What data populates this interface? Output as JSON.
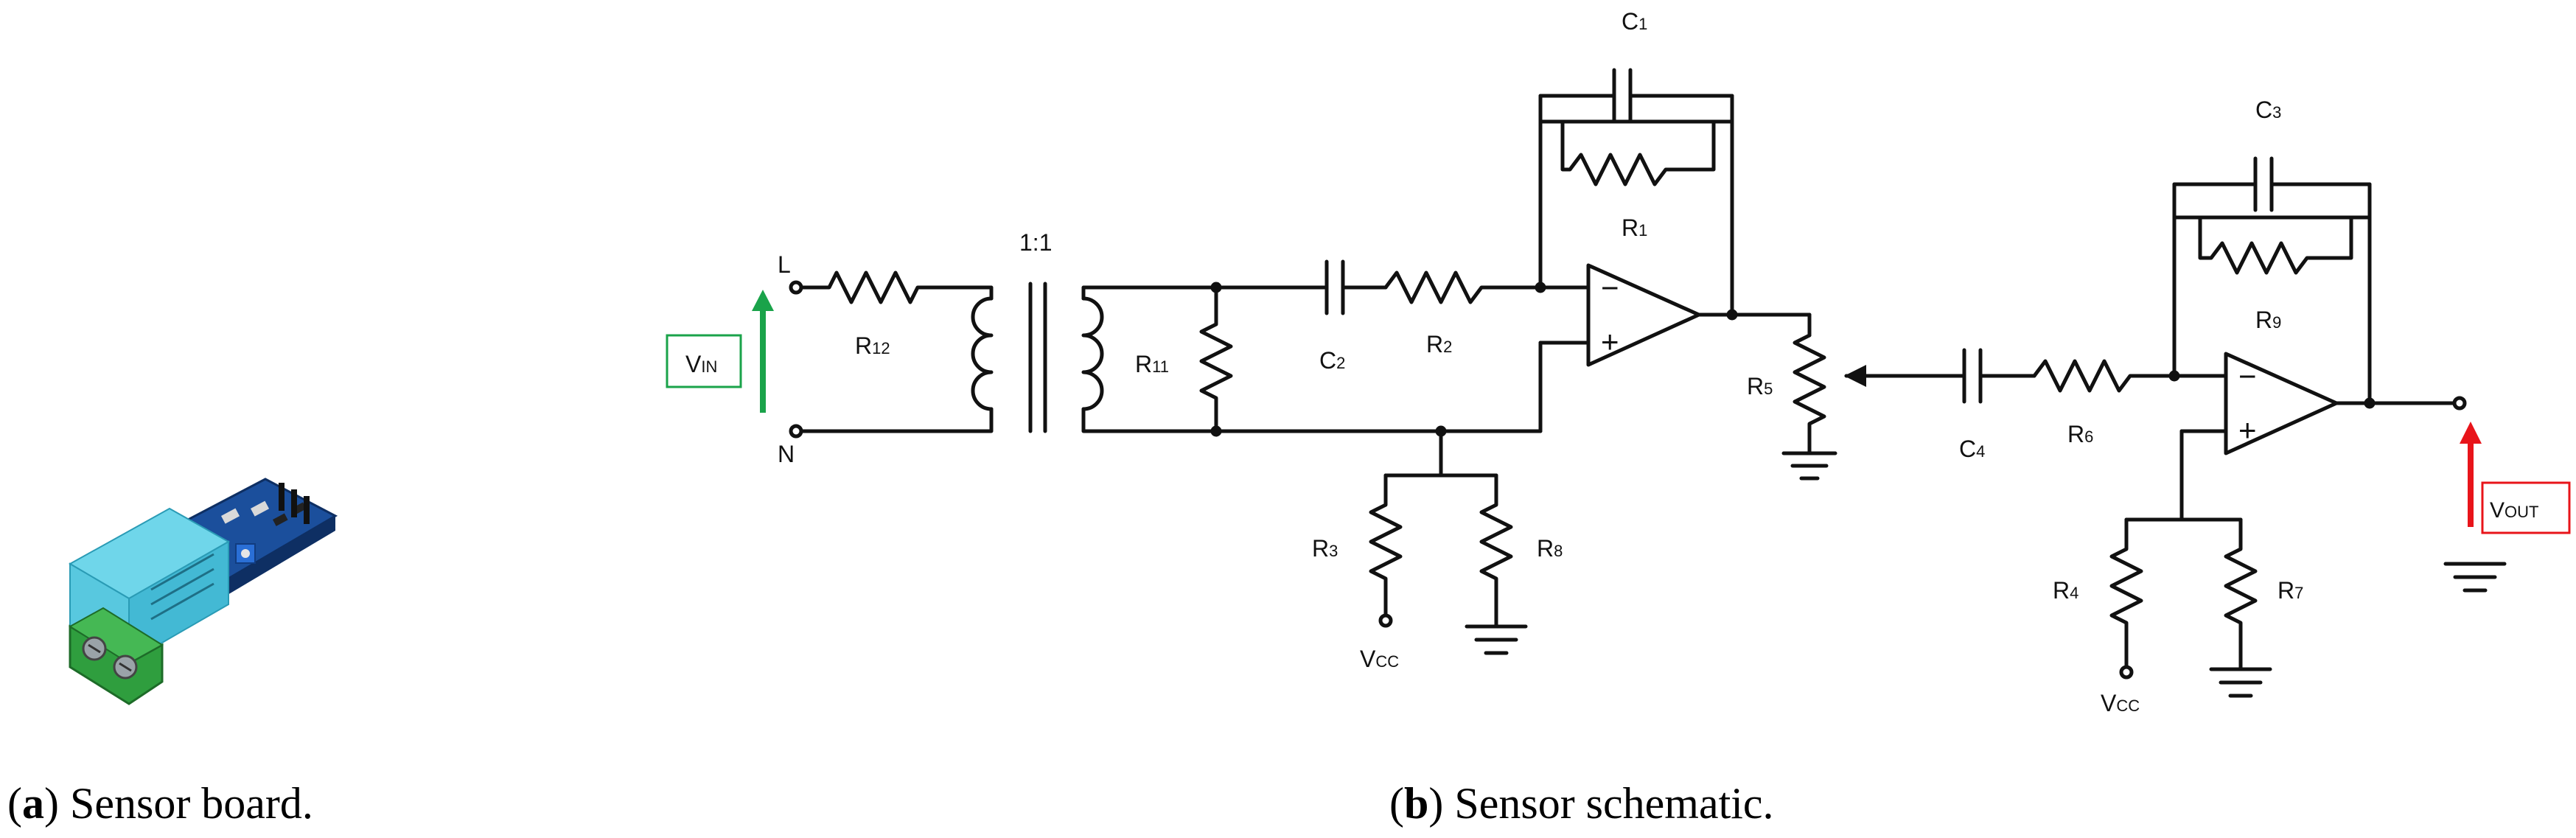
{
  "panel_a": {
    "caption_letter": "a",
    "caption_text": "Sensor board."
  },
  "panel_b": {
    "caption_letter": "b",
    "caption_text": "Sensor schematic.",
    "labels": {
      "L": "L",
      "N": "N",
      "vin_main": "V",
      "vin_sub": "IN",
      "ratio": "1:1",
      "r12_main": "R",
      "r12_sub": "12",
      "r11_main": "R",
      "r11_sub": "11",
      "c2_main": "C",
      "c2_sub": "2",
      "r2_main": "R",
      "r2_sub": "2",
      "c1_main": "C",
      "c1_sub": "1",
      "r1_main": "R",
      "r1_sub": "1",
      "r5_main": "R",
      "r5_sub": "5",
      "r3_main": "R",
      "r3_sub": "3",
      "r8_main": "R",
      "r8_sub": "8",
      "vcc1_main": "V",
      "vcc1_sub": "CC",
      "c4_main": "C",
      "c4_sub": "4",
      "r6_main": "R",
      "r6_sub": "6",
      "c3_main": "C",
      "c3_sub": "3",
      "r9_main": "R",
      "r9_sub": "9",
      "r4_main": "R",
      "r4_sub": "4",
      "r7_main": "R",
      "r7_sub": "7",
      "vcc2_main": "V",
      "vcc2_sub": "CC",
      "vout_main": "V",
      "vout_sub": "OUT",
      "opamp_minus": "−",
      "opamp_plus": "+"
    },
    "colors": {
      "vin_arrow": "#1aa34a",
      "vout_arrow": "#e8141a",
      "wire": "#111111"
    }
  }
}
